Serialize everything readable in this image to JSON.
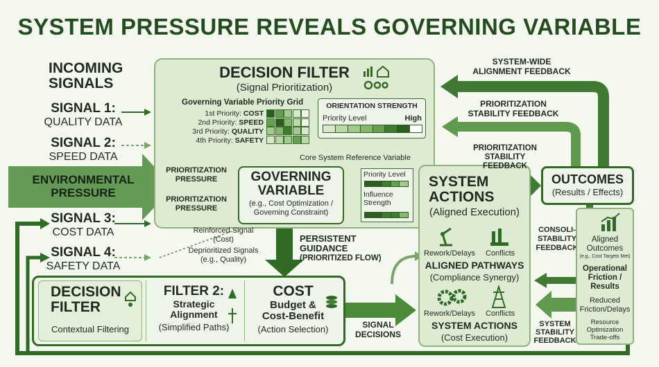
{
  "title": "SYSTEM PRESSURE REVEALS GOVERNING VARIABLE",
  "incoming": {
    "heading_1": "INCOMING",
    "heading_2": "SIGNALS"
  },
  "signals": [
    {
      "title": "SIGNAL 1:",
      "sub": "QUALITY DATA"
    },
    {
      "title": "SIGNAL 2:",
      "sub": "SPEED DATA"
    },
    {
      "title": "SIGNAL 3:",
      "sub": "COST DATA"
    },
    {
      "title": "SIGNAL 4:",
      "sub": "SAFETY DATA"
    }
  ],
  "env": {
    "line1": "ENVIRONMENTAL",
    "line2": "PRESSURE"
  },
  "prior_pressure": {
    "line1": "PRIORITIZATION",
    "line2": "PRESSURE"
  },
  "decision_filter": {
    "title": "DECISION FILTER",
    "subtitle": "(Signal Prioritization)",
    "grid_title": "Governing Variable Priority Grid",
    "priorities": [
      {
        "label": "1st Priority: ",
        "value": "COST"
      },
      {
        "label": "2nd Priority: ",
        "value": "SPEED"
      },
      {
        "label": "3rd Priority: ",
        "value": "QUALITY"
      },
      {
        "label": "4th Priority: ",
        "value": "SAFETY"
      }
    ],
    "orientation_title": "ORIENTATION STRENGTH",
    "priority_level": "Priority Level",
    "high": "High",
    "core_ref": "Core System Reference Variable"
  },
  "governing": {
    "title_1": "GOVERNING",
    "title_2": "VARIABLE",
    "sub_1": "(e.g., Cost Optimization /",
    "sub_2": "Governing Constraint)",
    "priority_level": "Priority Level",
    "influence_1": "Influence",
    "influence_2": "Strength"
  },
  "reinforced": {
    "line1": "Reinforced Signal",
    "line2": "(Cost)"
  },
  "deprioritized": {
    "line1": "Deprioritized Signals",
    "line2": "(e.g., Quality)"
  },
  "persistent": {
    "line1": "PERSISTENT",
    "line2": "GUIDANCE",
    "line3": "(PRIORITIZED FLOW)"
  },
  "bottom": {
    "filter1_title_1": "DECISION",
    "filter1_title_2": "FILTER",
    "filter1_sub": "Contextual Filtering",
    "filter2_title": "FILTER 2:",
    "filter2_line1": "Strategic",
    "filter2_line2": "Alignment",
    "filter2_sub": "(Simplified Paths)",
    "cost_title": "COST",
    "cost_line1": "Budget &",
    "cost_line2": "Cost-Benefit",
    "cost_sub": "(Action Selection)"
  },
  "signal_decisions": {
    "line1": "SIGNAL",
    "line2": "DECISIONS"
  },
  "system_actions": {
    "title_1": "SYSTEM",
    "title_2": "ACTIONS",
    "sub": "(Aligned Execution)",
    "rework": "Rework/Delays",
    "conflicts": "Conflicts",
    "aligned_title": "ALIGNED PATHWAYS",
    "aligned_sub": "(Compliance Synergy)",
    "rework2": "Rework/Delays",
    "conflicts2": "Conflicts",
    "actions_title": "SYSTEM ACTIONS",
    "actions_sub": "(Cost Execution)"
  },
  "feedback": {
    "system_wide_1": "SYSTEM-WIDE",
    "system_wide_2": "ALIGNMENT FEEDBACK",
    "prior_stab_1": "PRIORITIZATION",
    "prior_stab_2": "STABILITY FEEDBACK",
    "prior_stab3_1": "PRIORITIZATION",
    "prior_stab3_2": "STABILITY",
    "prior_stab3_3": "FEEDBACK",
    "consol_1": "CONSOLI-",
    "consol_2": "STABILITY",
    "consol_3": "FEEDBACK",
    "sys_stab_1": "SYSTEM",
    "sys_stab_2": "STABILITY",
    "sys_stab_3": "FEEDBACK"
  },
  "outcomes": {
    "title": "OUTCOMES",
    "sub": "(Results / Effects)",
    "aligned_1": "Aligned",
    "aligned_2": "Outcomes",
    "aligned_note": "(e.g., Cost Targets Met)",
    "friction_1": "Operational",
    "friction_2": "Friction /",
    "friction_3": "Results",
    "reduced_1": "Reduced",
    "reduced_2": "Friction/Delays",
    "resource_1": "Resource",
    "resource_2": "Optimization",
    "resource_3": "Trade-offs"
  },
  "colors": {
    "dark_green": "#2f6b25",
    "mid_green": "#5f9a4e",
    "light_panel": "#dcebd2",
    "pale_panel": "#eef5e8",
    "border": "#3d6b30"
  }
}
